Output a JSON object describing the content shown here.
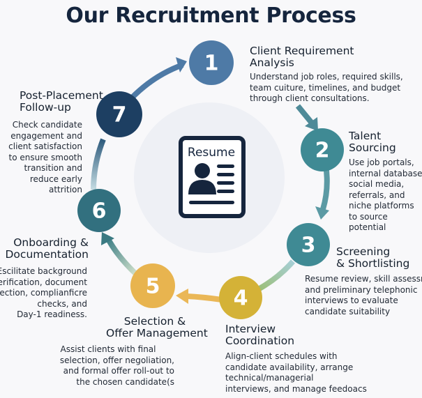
{
  "title": "Our Recruitment Process",
  "center_icon": {
    "name": "resume-icon",
    "label": "Resume"
  },
  "colors": {
    "step1": "#4e7aa6",
    "step2": "#3f8a94",
    "step3": "#3f8a94",
    "step4": "#d4b237",
    "step5": "#e8b44f",
    "step6": "#32707f",
    "step7": "#1d3f62",
    "dark_text": "#15253d"
  },
  "steps": [
    {
      "number": "1",
      "title_lines": [
        "Client Requirement",
        "Analysis"
      ],
      "desc_lines": [
        "Understand job roles, required skills,",
        "team cuiture, timelines, and budget",
        "through client consultations."
      ]
    },
    {
      "number": "2",
      "title_lines": [
        "Talent",
        "Sourcing"
      ],
      "desc_lines": [
        "Use job portals,",
        "internal databases",
        "social media,",
        "referrals, and",
        "niche platforms",
        "to source",
        "potential"
      ]
    },
    {
      "number": "3",
      "title_lines": [
        "Screening",
        "& Shortlisting"
      ],
      "desc_lines": [
        "Resume review, skill assessm",
        "and preliminary telephonic",
        "interviews to evaluate",
        "candidate suitability"
      ]
    },
    {
      "number": "4",
      "title_lines": [
        "Interview",
        "Coordination"
      ],
      "desc_lines": [
        "Align-client schedules with",
        "candidate availability, arrange",
        "technical/managerial",
        "interviews, and manage feedoacs"
      ]
    },
    {
      "number": "5",
      "title_lines": [
        "Selection &",
        "Offer Management"
      ],
      "desc_lines": [
        "Assist clients with final",
        "selection, offer negoliation,",
        "and formal offer roll-out to",
        "the chosen candidate(s"
      ]
    },
    {
      "number": "6",
      "title_lines": [
        "Onboarding &",
        "Documentation"
      ],
      "desc_lines": [
        "Escilitate background",
        "erification, document",
        "lection, complianficre",
        "checks, and",
        "Day-1 readiness."
      ]
    },
    {
      "number": "7",
      "title_lines": [
        "Post-Placement",
        "Follow-up"
      ],
      "desc_lines": [
        "Check candidate",
        "engagement and",
        "client satisfaction",
        "to ensure smooth",
        "transition and",
        "reduce early",
        "attrition"
      ]
    }
  ]
}
